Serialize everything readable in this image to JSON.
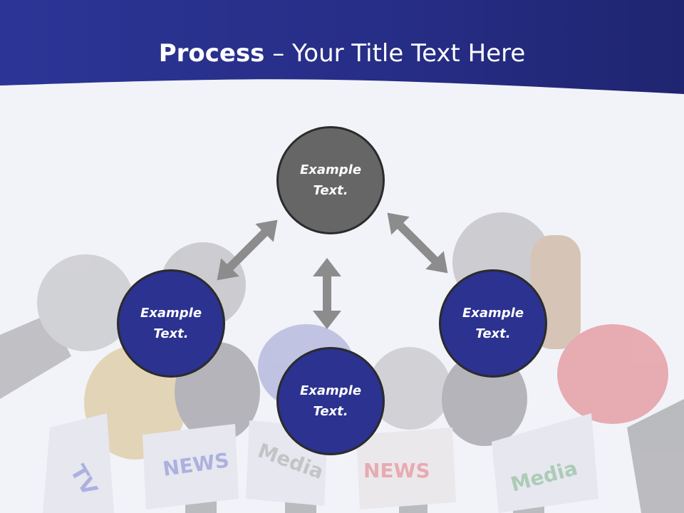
{
  "title": {
    "bold": "Process",
    "rest": " – Your Title Text Here"
  },
  "circles": {
    "top": "Example Text.",
    "left": "Example Text.",
    "right": "Example Text.",
    "bottom": "Example Text."
  },
  "mic_flags": {
    "tv": "TV",
    "news": "NEWS",
    "media": "Media"
  },
  "colors": {
    "header": "#2b3290",
    "top_circle": "#666666",
    "circle": "#2b3290",
    "arrow": "#8c8c8c"
  }
}
